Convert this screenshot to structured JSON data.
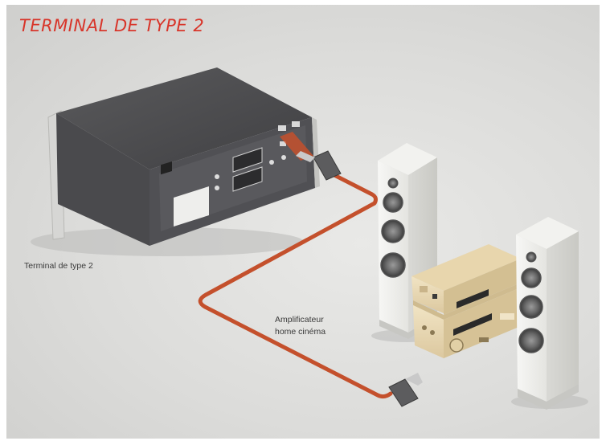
{
  "title": "TERMINAL DE TYPE 2",
  "labels": {
    "terminal": "Terminal de type 2",
    "amplifier_line1": "Amplificateur",
    "amplifier_line2": "home cinéma"
  },
  "colors": {
    "title": "#d8352a",
    "cable": "#c4502c",
    "background": "#dcdcda"
  }
}
